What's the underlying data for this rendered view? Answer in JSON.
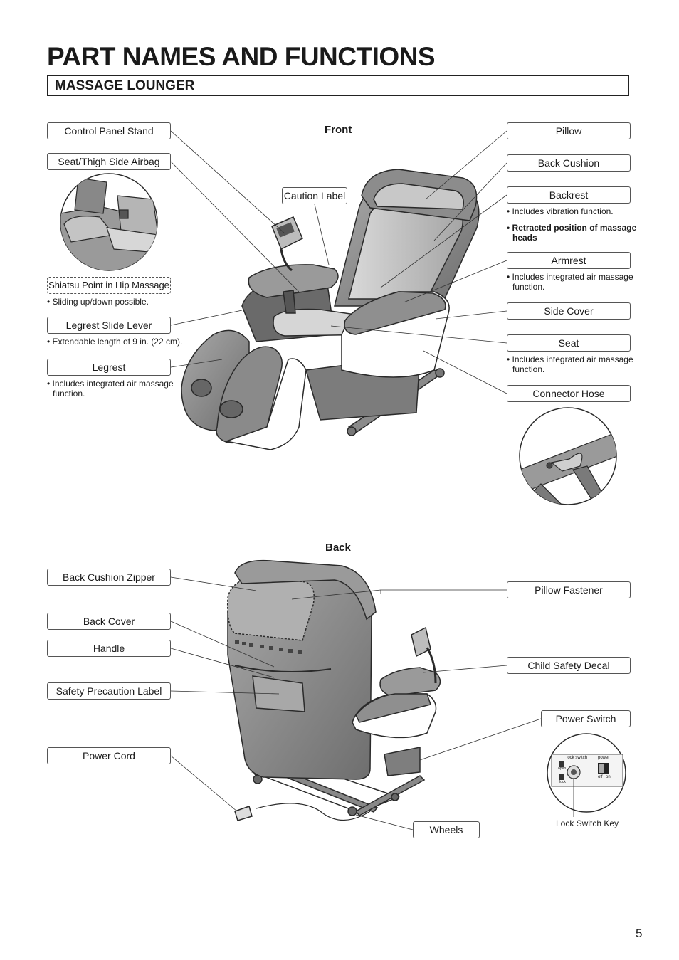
{
  "title": "PART NAMES AND FUNCTIONS",
  "section": "MASSAGE LOUNGER",
  "views": {
    "front": "Front",
    "back": "Back"
  },
  "front_labels": {
    "control_panel_stand": "Control Panel Stand",
    "seat_thigh_airbag": "Seat/Thigh Side Airbag",
    "shiatsu_point": "Shiatsu Point in Hip Massage",
    "shiatsu_note": "• Sliding up/down possible.",
    "legrest_slide_lever": "Legrest Slide Lever",
    "legrest_slide_note": "• Extendable length of 9 in. (22 cm).",
    "legrest": "Legrest",
    "legrest_note": "• Includes integrated air massage function.",
    "caution_label": "Caution Label",
    "pillow": "Pillow",
    "back_cushion": "Back Cushion",
    "backrest": "Backrest",
    "backrest_note1": "• Includes vibration function.",
    "backrest_note2": "• Retracted position of massage heads",
    "armrest": "Armrest",
    "armrest_note": "• Includes integrated air massage function.",
    "side_cover": "Side Cover",
    "seat": "Seat",
    "seat_note": "• Includes integrated air massage function.",
    "connector_hose": "Connector Hose"
  },
  "back_labels": {
    "back_cushion_zipper": "Back Cushion Zipper",
    "back_cover": "Back Cover",
    "handle": "Handle",
    "safety_precaution_label": "Safety Precaution Label",
    "power_cord": "Power Cord",
    "pillow_fastener": "Pillow Fastener",
    "child_safety_decal": "Child Safety Decal",
    "power_switch": "Power Switch",
    "wheels": "Wheels",
    "lock_switch_key": "Lock Switch Key"
  },
  "switch_panel": {
    "lock_switch": "lock switch",
    "power": "power",
    "open": "open",
    "lock": "lock",
    "off": "off",
    "on": "on"
  },
  "page_number": "5"
}
